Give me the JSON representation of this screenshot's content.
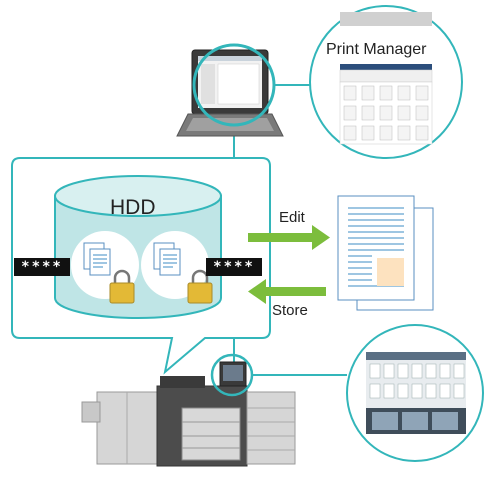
{
  "hdd": {
    "label": "HDD"
  },
  "passwords": {
    "left": "****",
    "right": "****"
  },
  "arrows": {
    "edit": "Edit",
    "store": "Store"
  },
  "callout_pc": {
    "title": "Print Manager"
  },
  "colors": {
    "teal": "#33b6ba",
    "cylinder_fill": "#bfe5e6",
    "cylinder_top": "#d8f0f0",
    "arrow_green": "#7cbd3c",
    "lock_gold": "#e3b936",
    "doc_line": "#7fb3d9",
    "doc_patch": "#fde2bf",
    "printer_gray": "#8c8c8c"
  }
}
